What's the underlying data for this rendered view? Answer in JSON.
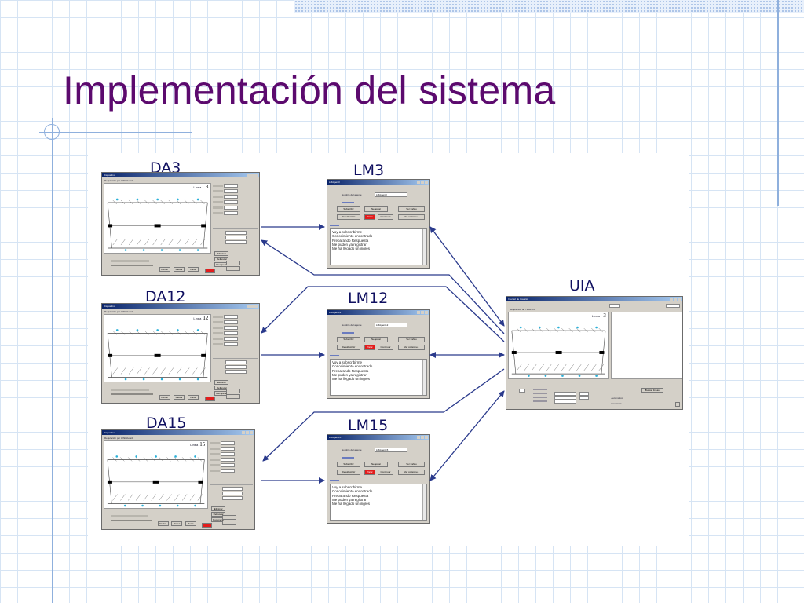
{
  "slide": {
    "title": "Implementación del sistema"
  },
  "colors": {
    "title": "#5c0a6e",
    "label": "#101060",
    "arrow": "#2a3a8c",
    "stop_button": "#e31c1c"
  },
  "nodes": {
    "da3": "DA3",
    "da12": "DA12",
    "da15": "DA15",
    "lm3": "LM3",
    "lm12": "LM12",
    "lm15": "LM15",
    "uia": "UIA"
  },
  "da_windows": [
    {
      "title": "Dispositivo",
      "heading": "Regulación por Whiteboard",
      "line_id": "3",
      "line_label": "Línea"
    },
    {
      "title": "Dispositivo",
      "heading": "Regulación por Whiteboard",
      "line_id": "12",
      "line_label": "Línea"
    },
    {
      "title": "Dispositivo",
      "heading": "Regulación por Whiteboard",
      "line_id": "15",
      "line_label": "Línea"
    }
  ],
  "da_buttons": [
    "Definir",
    "Pausa",
    "Parar",
    "Eliminar",
    "Refrescar",
    "Recuperar"
  ],
  "lm_windows": [
    {
      "title": "LMAgent3",
      "agent_label": "Nombre del agente",
      "agent_name": "LMAgent3"
    },
    {
      "title": "LMAgent12",
      "agent_label": "Nombre del agente",
      "agent_name": "LMAgent12"
    },
    {
      "title": "LMAgent15",
      "agent_label": "Nombre del agente",
      "agent_name": "LMAgent15"
    }
  ],
  "lm_buttons": [
    "Subscribir",
    "Negociar",
    "Ver trafico",
    "Desubscribir",
    "Parar",
    "Continuar",
    "Ver colisiones"
  ],
  "lm_log": [
    "Voy a subscribirme",
    "Conocimiento encontrado",
    "Preparando Respuesta",
    "Me puden ya registrar",
    "Me ha llegado un ingres"
  ],
  "uia_window": {
    "title": "Interfaz de Usuario",
    "heading": "Regulación de TRAFICO",
    "line_label": "Línea",
    "line_id": "3",
    "buttons": [
      "Buscar lineas",
      "Automatico",
      "Confirmar"
    ]
  }
}
